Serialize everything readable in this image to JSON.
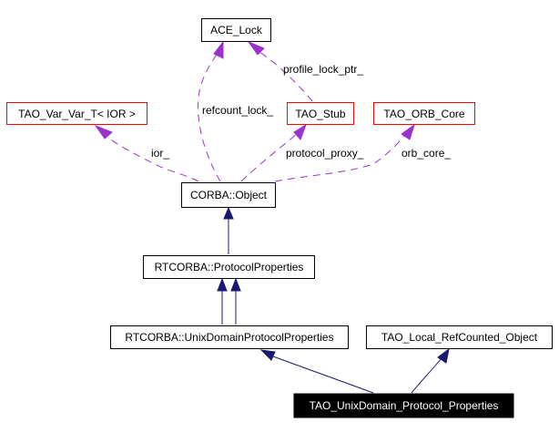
{
  "diagram": {
    "type": "collaboration-graph",
    "nodes": {
      "ace_lock": {
        "label": "ACE_Lock",
        "border": "black"
      },
      "tao_var_var_t": {
        "label": "TAO_Var_Var_T< IOR >",
        "border": "red"
      },
      "tao_stub": {
        "label": "TAO_Stub",
        "border": "red"
      },
      "tao_orb_core": {
        "label": "TAO_ORB_Core",
        "border": "red"
      },
      "corba_object": {
        "label": "CORBA::Object",
        "border": "black"
      },
      "rtcorba_protocol_properties": {
        "label": "RTCORBA::ProtocolProperties",
        "border": "black"
      },
      "rtcorba_unixdomain_protocol_properties": {
        "label": "RTCORBA::UnixDomainProtocolProperties",
        "border": "black"
      },
      "tao_local_refcounted_object": {
        "label": "TAO_Local_RefCounted_Object",
        "border": "black"
      },
      "tao_unixdomain_protocol_properties": {
        "label": "TAO_UnixDomain_Protocol_Properties",
        "border": "focus"
      }
    },
    "edges": [
      {
        "from": "tao_stub",
        "to": "ace_lock",
        "kind": "use",
        "label": "profile_lock_ptr_"
      },
      {
        "from": "corba_object",
        "to": "ace_lock",
        "kind": "use",
        "label": "refcount_lock_"
      },
      {
        "from": "corba_object",
        "to": "tao_var_var_t",
        "kind": "use",
        "label": "ior_"
      },
      {
        "from": "corba_object",
        "to": "tao_stub",
        "kind": "use",
        "label": "protocol_proxy_"
      },
      {
        "from": "corba_object",
        "to": "tao_orb_core",
        "kind": "use",
        "label": "orb_core_"
      },
      {
        "from": "rtcorba_protocol_properties",
        "to": "corba_object",
        "kind": "inherit",
        "label": ""
      },
      {
        "from": "rtcorba_unixdomain_protocol_properties",
        "to": "rtcorba_protocol_properties",
        "kind": "inherit",
        "label": ""
      },
      {
        "from": "rtcorba_unixdomain_protocol_properties",
        "to": "rtcorba_protocol_properties",
        "kind": "inherit",
        "label": ""
      },
      {
        "from": "tao_unixdomain_protocol_properties",
        "to": "rtcorba_unixdomain_protocol_properties",
        "kind": "inherit",
        "label": ""
      },
      {
        "from": "tao_unixdomain_protocol_properties",
        "to": "tao_local_refcounted_object",
        "kind": "inherit",
        "label": ""
      }
    ],
    "colors": {
      "inherit_edge": "#191970",
      "use_edge": "#9a32cd",
      "red_border": "#ff0000",
      "focus_fill": "#000000"
    }
  }
}
